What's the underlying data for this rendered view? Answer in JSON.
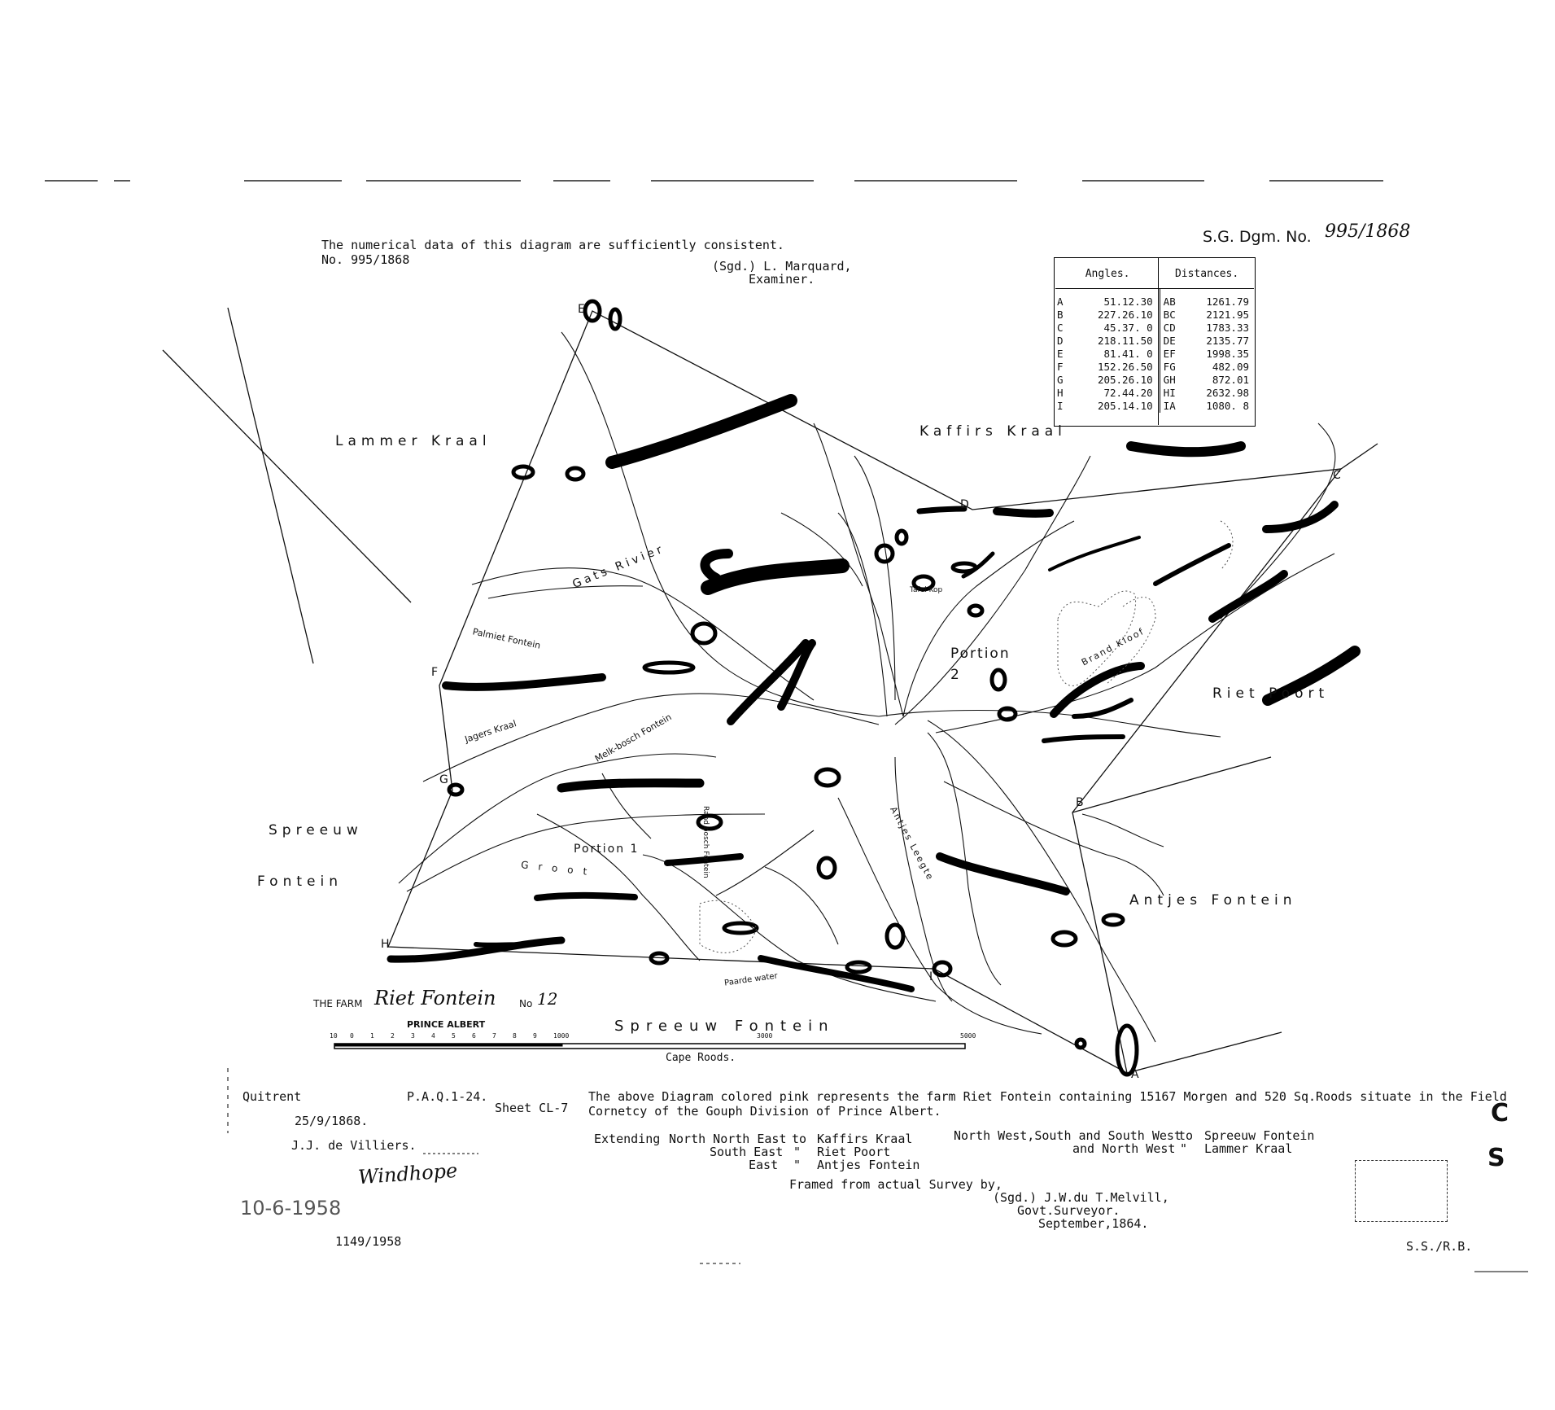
{
  "header": {
    "note_line1": "The numerical data of this diagram are sufficiently consistent.",
    "note_line2": "No. 995/1868",
    "examiner_sig": "(Sgd.) L. Marquard,",
    "examiner_title": "Examiner.",
    "sg_label": "S.G. Dgm. No.",
    "sg_number": "995/1868"
  },
  "table": {
    "angles_header": "Angles.",
    "distances_header": "Distances.",
    "rows": [
      {
        "pt": "A",
        "angle": "51.12.30",
        "line": "AB",
        "dist": "1261.79"
      },
      {
        "pt": "B",
        "angle": "227.26.10",
        "line": "BC",
        "dist": "2121.95"
      },
      {
        "pt": "C",
        "angle": "45.37. 0",
        "line": "CD",
        "dist": "1783.33"
      },
      {
        "pt": "D",
        "angle": "218.11.50",
        "line": "DE",
        "dist": "2135.77"
      },
      {
        "pt": "E",
        "angle": "81.41. 0",
        "line": "EF",
        "dist": "1998.35"
      },
      {
        "pt": "F",
        "angle": "152.26.50",
        "line": "FG",
        "dist": "482.09"
      },
      {
        "pt": "G",
        "angle": "205.26.10",
        "line": "GH",
        "dist": "872.01"
      },
      {
        "pt": "H",
        "angle": "72.44.20",
        "line": "HI",
        "dist": "2632.98"
      },
      {
        "pt": "I",
        "angle": "205.14.10",
        "line": "IA",
        "dist": "1080. 8"
      }
    ]
  },
  "map": {
    "regions": {
      "lammer_kraal": "Lammer Kraal",
      "kaffirs_kraal": "Kaffirs Kraal",
      "riet_poort": "Riet Poort",
      "spreeuw": "Spreeuw",
      "fontein": "Fontein",
      "antjes_fontein": "Antjes Fontein",
      "spreeuw_fontein_bottom": "Spreeuw Fontein"
    },
    "features": {
      "gats_rivier": "Gats Rivier",
      "palmiet_fontein": "Palmiet Fontein",
      "jagers_kraal": "Jagers Kraal",
      "melk_bosch_fontein": "Melk-bosch Fontein",
      "tafel_kop": "Tafel Kop",
      "portion_2": "Portion 2",
      "portion_1": "Portion 1",
      "groot": "Groot",
      "brand_kloof": "Brand Kloof",
      "antjes_leegte": "Antjes Leegte",
      "paarde_water": "Paarde water",
      "rand_bosch_fontein": "Rand bosch Fontein"
    },
    "points": [
      "A",
      "B",
      "C",
      "D",
      "E",
      "F",
      "G",
      "H",
      "I"
    ]
  },
  "title_block": {
    "the_farm": "THE FARM",
    "farm_name": "Riet Fontein",
    "no_label": "No",
    "farm_no": "12",
    "district": "PRINCE ALBERT",
    "scale_label": "Cape Roods.",
    "scale_ticks": [
      "10",
      "0",
      "1",
      "2",
      "3",
      "4",
      "5",
      "6",
      "7",
      "8",
      "9",
      "1000",
      "3000",
      "5000"
    ]
  },
  "footer": {
    "quitrent": "Quitrent",
    "date_1868": "25/9/1868.",
    "jj_de_villiers": "J.J. de Villiers.",
    "paq": "P.A.Q.1-24.",
    "sheet": "Sheet CL-7",
    "desc_line1": "The above Diagram colored pink represents the farm Riet Fontein containing 15167 Morgen and 520 Sq.Roods situate in the Field",
    "desc_line2": "Cornetcy of the Gouph Division of Prince Albert.",
    "extending": "Extending",
    "dir1": "North North East",
    "dir2": "South East",
    "dir3": "East",
    "to": "to",
    "q1": "\"",
    "q2": "\"",
    "nb1": "Kaffirs Kraal",
    "nb2": "Riet Poort",
    "nb3": "Antjes Fontein",
    "dir4": "North West,South and South West",
    "dir5": "and North West",
    "to2": "to",
    "q3": "\"",
    "nb4": "Spreeuw Fontein",
    "nb5": "Lammer Kraal",
    "framed": "Framed from actual Survey by,",
    "surveyor_sig": "(Sgd.) J.W.du T.Melvill,",
    "surveyor_title": "Govt.Surveyor.",
    "survey_date": "September,1864.",
    "signature": "Windhope",
    "stamp_date": "10-6-1958",
    "file_no": "1149/1958",
    "cs1": "C",
    "cs2": "S",
    "ss_rb": "S.S./R.B."
  }
}
